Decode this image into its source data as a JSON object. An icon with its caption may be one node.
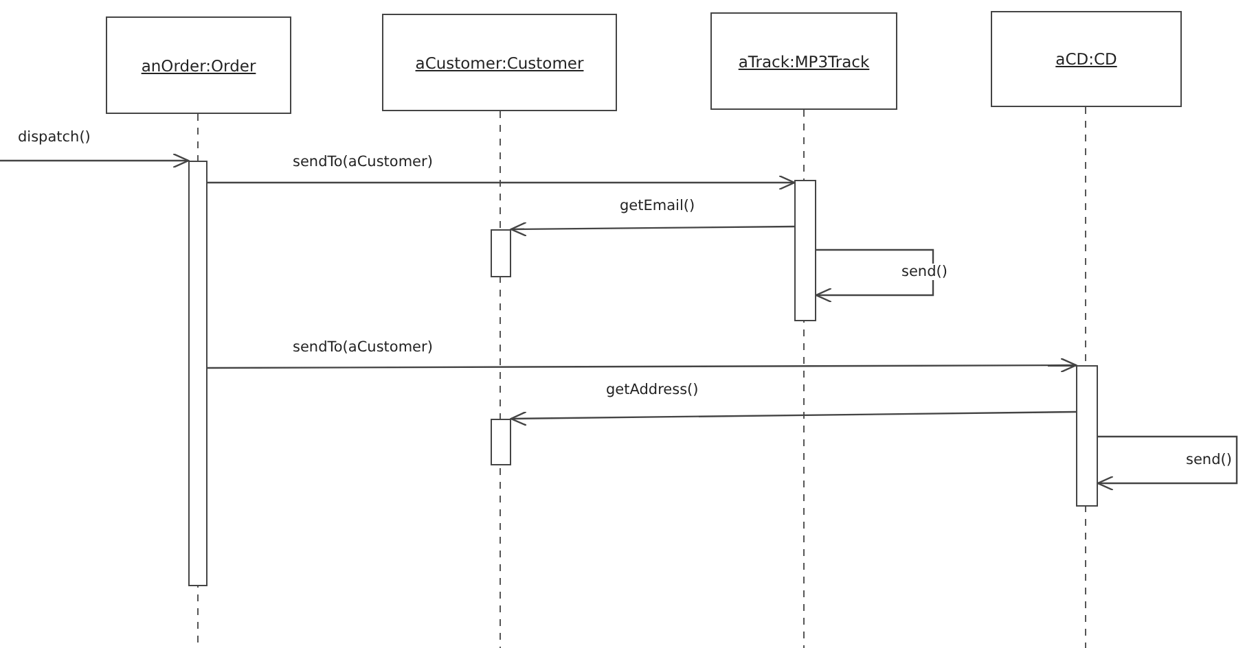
{
  "diagram": {
    "nodes": [
      {
        "text": [
          "anOrder:Order"
        ]
      },
      {
        "text": [
          "aCustomer:Customer"
        ]
      },
      {
        "text": [
          "aTrack:MP3Track"
        ]
      },
      {
        "text": [
          "aCD:CD"
        ]
      },
      {
        "text": [],
        "shape": "bar"
      },
      {
        "text": [],
        "shape": "bar"
      },
      {
        "text": [],
        "shape": "bar"
      },
      {
        "text": [],
        "shape": "bar"
      },
      {
        "text": [],
        "shape": "bar"
      }
    ],
    "edges": [
      {
        "from": null,
        "to": 4,
        "arrow": "to",
        "label": "dispatch()"
      },
      {
        "from": 4,
        "to": 7,
        "arrow": "to",
        "label": "sendTo(aCustomer)"
      },
      {
        "from": 7,
        "to": 5,
        "arrow": "to",
        "label": "getEmail()"
      },
      {
        "from": 7,
        "to": 7,
        "arrow": "to",
        "label": "send()"
      },
      {
        "from": 4,
        "to": 8,
        "arrow": "to",
        "label": "sendTo(aCustomer)"
      },
      {
        "from": 8,
        "to": 6,
        "arrow": "to",
        "label": "getAddress()"
      },
      {
        "from": 8,
        "to": 8,
        "arrow": "to",
        "label": "send()"
      }
    ]
  }
}
